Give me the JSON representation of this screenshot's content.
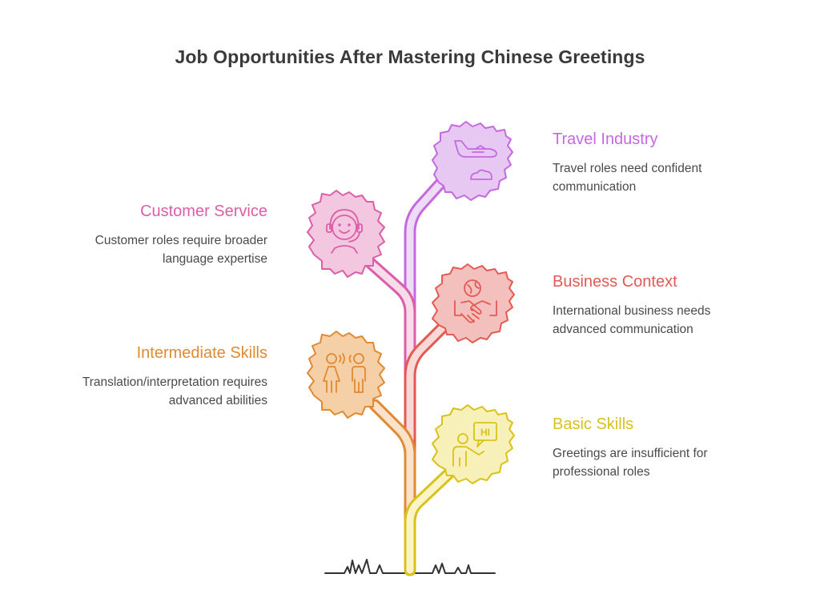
{
  "title": "Job Opportunities After Mastering Chinese Greetings",
  "branches": [
    {
      "id": "travel",
      "title": "Travel Industry",
      "description_line1": "Travel roles need confident",
      "description_line2": "communication",
      "color": "#c569e0",
      "leaf_fill": "#e6c8f3",
      "icon": "airplane-icon"
    },
    {
      "id": "customer",
      "title": "Customer Service",
      "description_line1": "Customer roles require broader",
      "description_line2": "language expertise",
      "color": "#db5ea8",
      "leaf_fill": "#f3c7df",
      "icon": "headset-agent-icon"
    },
    {
      "id": "business",
      "title": "Business Context",
      "description_line1": "International business needs",
      "description_line2": "advanced communication",
      "color": "#e35a55",
      "leaf_fill": "#f4c0bd",
      "icon": "handshake-globe-icon"
    },
    {
      "id": "intermediate",
      "title": "Intermediate Skills",
      "description_line1": "Translation/interpretation requires",
      "description_line2": "advanced abilities",
      "color": "#e08a34",
      "leaf_fill": "#f5cfa6",
      "icon": "people-talking-icon"
    },
    {
      "id": "basic",
      "title": "Basic Skills",
      "description_line1": "Greetings are insufficient for",
      "description_line2": "professional roles",
      "color": "#d9c21c",
      "leaf_fill": "#f7f0b8",
      "icon": "person-speech-hi-icon"
    }
  ],
  "speech_bubble_text": "HI"
}
